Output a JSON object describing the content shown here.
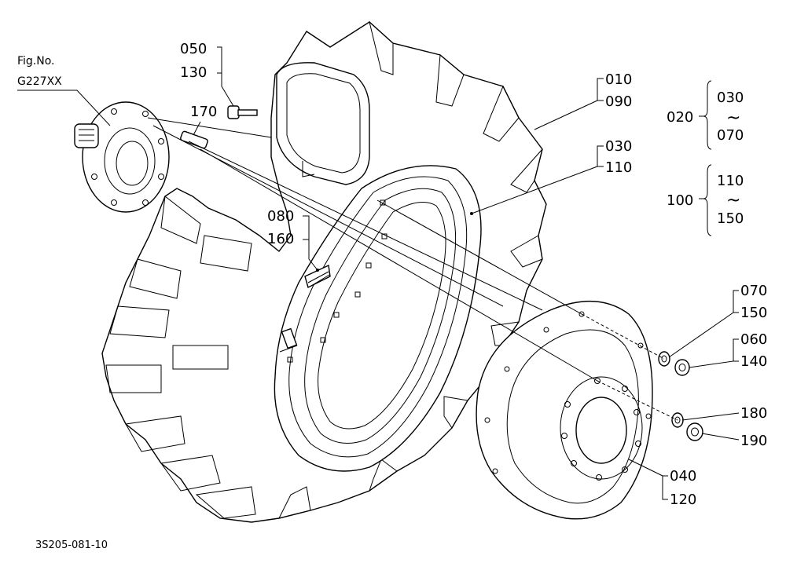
{
  "figure": {
    "fig_label": "Fig.No.",
    "fig_number": "G227XX",
    "drawing_code": "3S205-081-10"
  },
  "callouts": {
    "c050": "050",
    "c130": "130",
    "c170": "170",
    "c080": "080",
    "c160": "160",
    "c010": "010",
    "c090": "090",
    "c030": "030",
    "c110": "110",
    "c070": "070",
    "c150": "150",
    "c060": "060",
    "c140": "140",
    "c180": "180",
    "c190": "190",
    "c040": "040",
    "c120": "120"
  },
  "groups": {
    "g020": {
      "label": "020",
      "from": "030",
      "sep": "~",
      "to": "070"
    },
    "g100": {
      "label": "100",
      "from": "110",
      "sep": "~",
      "to": "150"
    }
  },
  "colors": {
    "line": "#000000",
    "background": "#ffffff"
  }
}
